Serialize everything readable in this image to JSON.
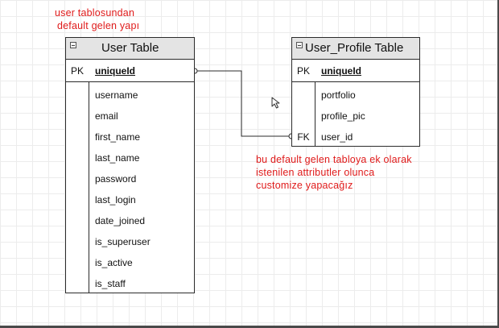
{
  "notes": {
    "top_left": [
      "user tablosundan",
      "default gelen yapı"
    ],
    "right": [
      "bu default gelen tabloya ek olarak",
      "istenilen attributler olunca",
      "customize yapacağız"
    ]
  },
  "user_table": {
    "title": "User Table",
    "pk_label": "PK",
    "pk_field": "uniqueId",
    "fields": [
      "username",
      "email",
      "first_name",
      "last_name",
      "password",
      "last_login",
      "date_joined",
      "is_superuser",
      "is_active",
      "is_staff"
    ]
  },
  "profile_table": {
    "title": "User_Profile Table",
    "pk_label": "PK",
    "pk_field": "uniqueId",
    "fields": [
      "portfolio",
      "profile_pic",
      "user_id"
    ],
    "fk_label": "FK"
  },
  "colors": {
    "note": "#e01b1b",
    "header": "#e4e4e4",
    "border": "#2b2b2b"
  }
}
